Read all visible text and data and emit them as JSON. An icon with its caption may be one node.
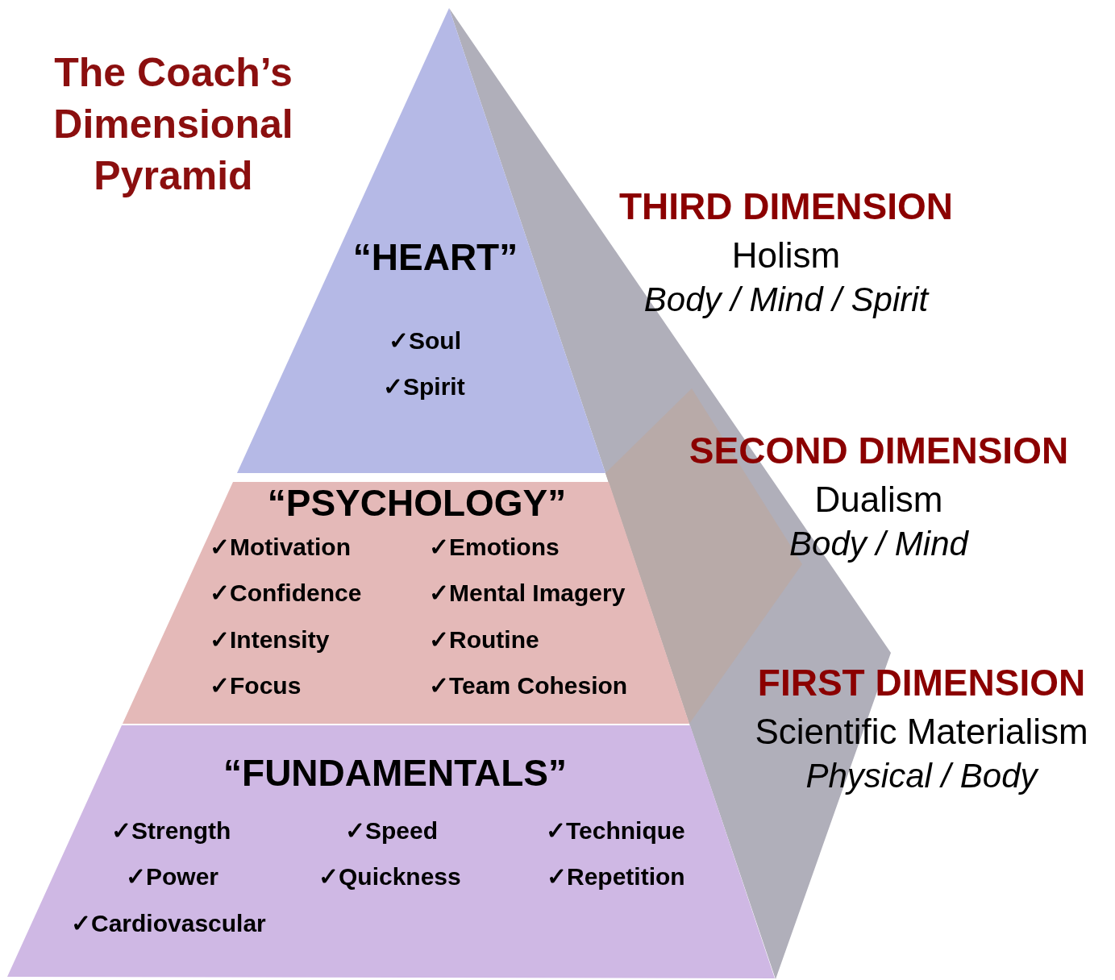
{
  "diagram": {
    "title": "The Coach’s Dimensional Pyramid",
    "nodes": [
      {
        "text": [
          "“HEART”",
          "✓Soul",
          "✓Spirit"
        ],
        "beside": [
          "THIRD DIMENSION",
          "Holism",
          "Body / Mind / Spirit"
        ]
      },
      {
        "text": [
          "“PSYCHOLOGY”",
          "✓Motivation",
          "✓Emotions",
          "✓Confidence",
          "✓Mental Imagery",
          "✓Intensity",
          "✓Routine",
          "✓Focus",
          "✓Team Cohesion"
        ],
        "beside": [
          "SECOND DIMENSION",
          "Dualism",
          "Body / Mind"
        ]
      },
      {
        "text": [
          "“FUNDAMENTALS”",
          "✓Strength",
          "✓Speed",
          "✓Technique",
          "✓Power",
          "✓Quickness",
          "✓Repetition",
          "✓Cardiovascular"
        ],
        "beside": [
          "FIRST DIMENSION",
          "Scientific Materialism",
          "Physical / Body"
        ]
      }
    ]
  }
}
